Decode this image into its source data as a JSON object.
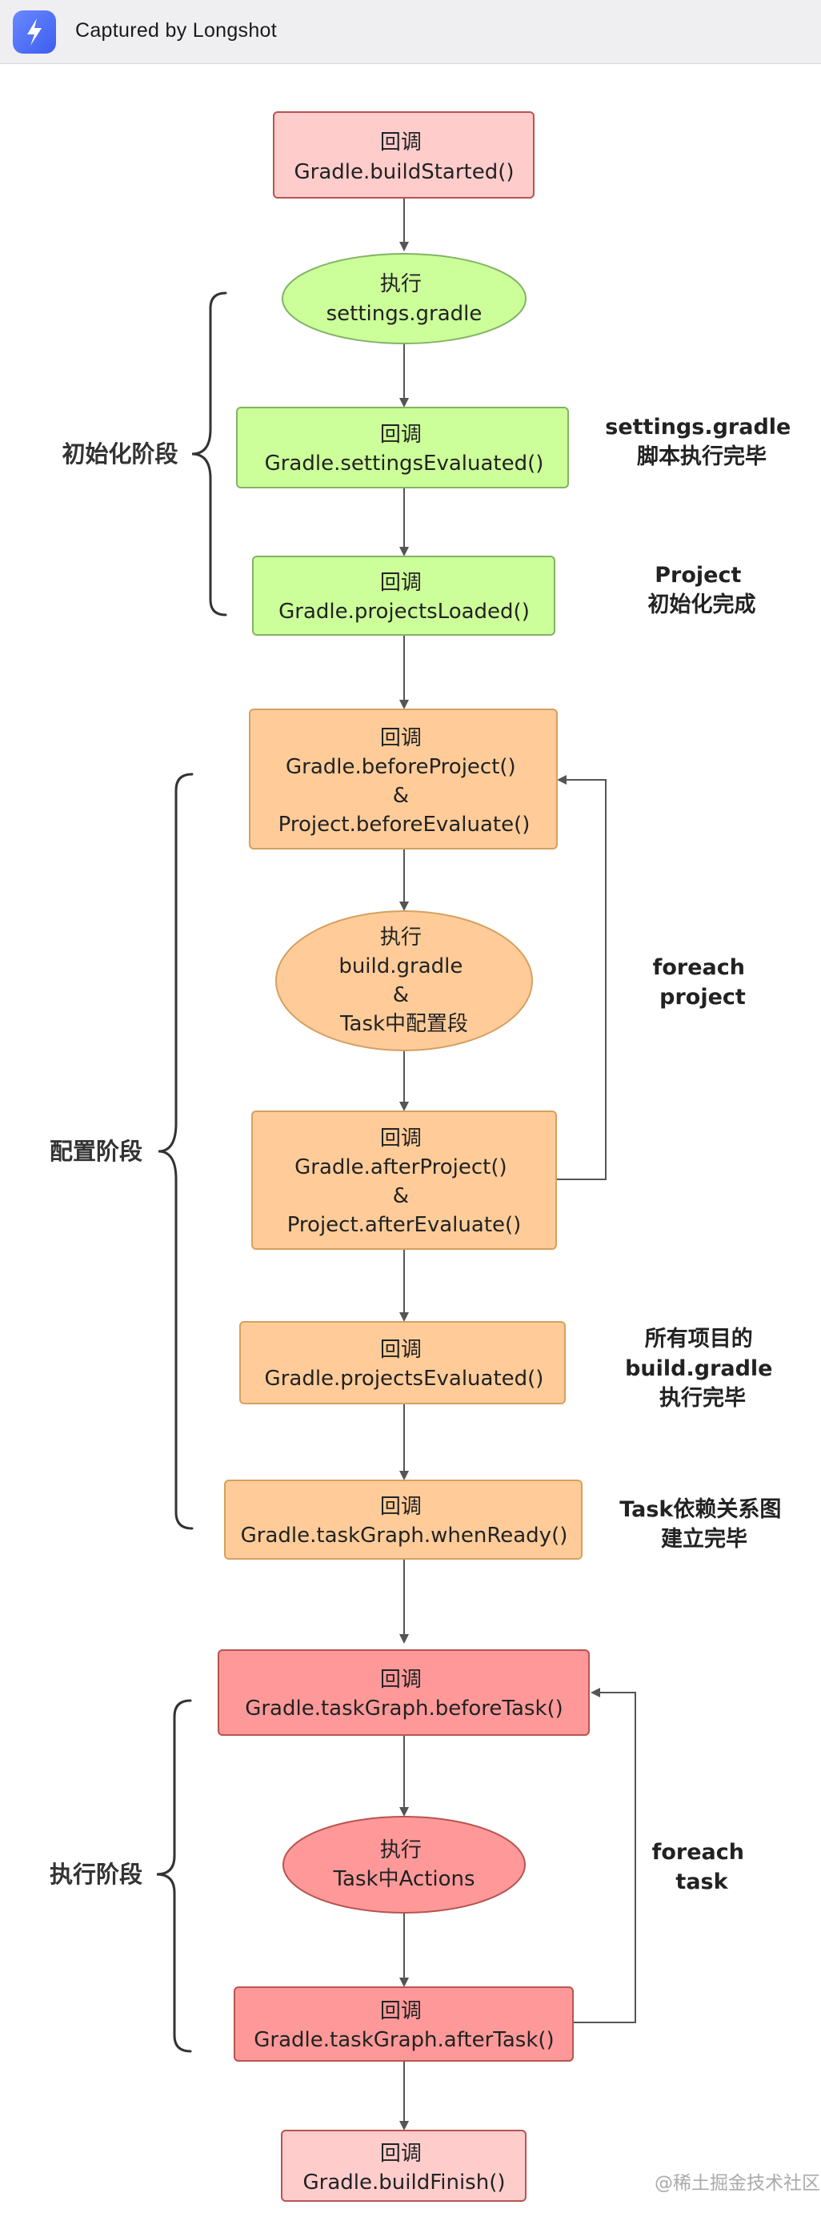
{
  "window": {
    "app_icon": "longshot-app-icon",
    "title": "Captured by Longshot"
  },
  "diagram": {
    "nodes": {
      "build_started": {
        "lines": [
          "回调",
          "Gradle.buildStarted()"
        ]
      },
      "exec_settings": {
        "lines": [
          "执行",
          "settings.gradle"
        ]
      },
      "settings_evaluated": {
        "lines": [
          "回调",
          "Gradle.settingsEvaluated()"
        ]
      },
      "projects_loaded": {
        "lines": [
          "回调",
          "Gradle.projectsLoaded()"
        ]
      },
      "before_project": {
        "lines": [
          "回调",
          "Gradle.beforeProject()",
          "&",
          "Project.beforeEvaluate()"
        ]
      },
      "exec_build": {
        "lines": [
          "执行",
          "build.gradle",
          "&",
          "Task中配置段"
        ]
      },
      "after_project": {
        "lines": [
          "回调",
          "Gradle.afterProject()",
          "&",
          "Project.afterEvaluate()"
        ]
      },
      "projects_evaluated": {
        "lines": [
          "回调",
          "Gradle.projectsEvaluated()"
        ]
      },
      "when_ready": {
        "lines": [
          "回调",
          "Gradle.taskGraph.whenReady()"
        ]
      },
      "before_task": {
        "lines": [
          "回调",
          "Gradle.taskGraph.beforeTask()"
        ]
      },
      "exec_task": {
        "lines": [
          "执行",
          "Task中Actions"
        ]
      },
      "after_task": {
        "lines": [
          "回调",
          "Gradle.taskGraph.afterTask()"
        ]
      },
      "build_finish": {
        "lines": [
          "回调",
          "Gradle.buildFinish()"
        ]
      }
    },
    "phases": {
      "init": "初始化阶段",
      "config": "配置阶段",
      "exec": "执行阶段"
    },
    "notes": {
      "settings_done": [
        "settings.gradle",
        "脚本执行完毕"
      ],
      "project_init": [
        "Project",
        "初始化完成"
      ],
      "foreach_project": [
        "foreach",
        "project"
      ],
      "all_build_done": [
        "所有项目的",
        "build.gradle",
        "执行完毕"
      ],
      "task_graph": [
        "Task依赖关系图",
        "建立完毕"
      ],
      "foreach_task": [
        "foreach",
        "task"
      ]
    },
    "watermark": "@稀土掘金技术社区",
    "colors": {
      "pink_fill": "#ffcccc",
      "pink_stroke": "#b85450",
      "green_fill": "#ccff99",
      "green_stroke": "#82b366",
      "orange_fill": "#ffcc99",
      "orange_stroke": "#d6a060",
      "red_fill": "#ff9999",
      "red_stroke": "#b85450",
      "line": "#555555"
    }
  }
}
